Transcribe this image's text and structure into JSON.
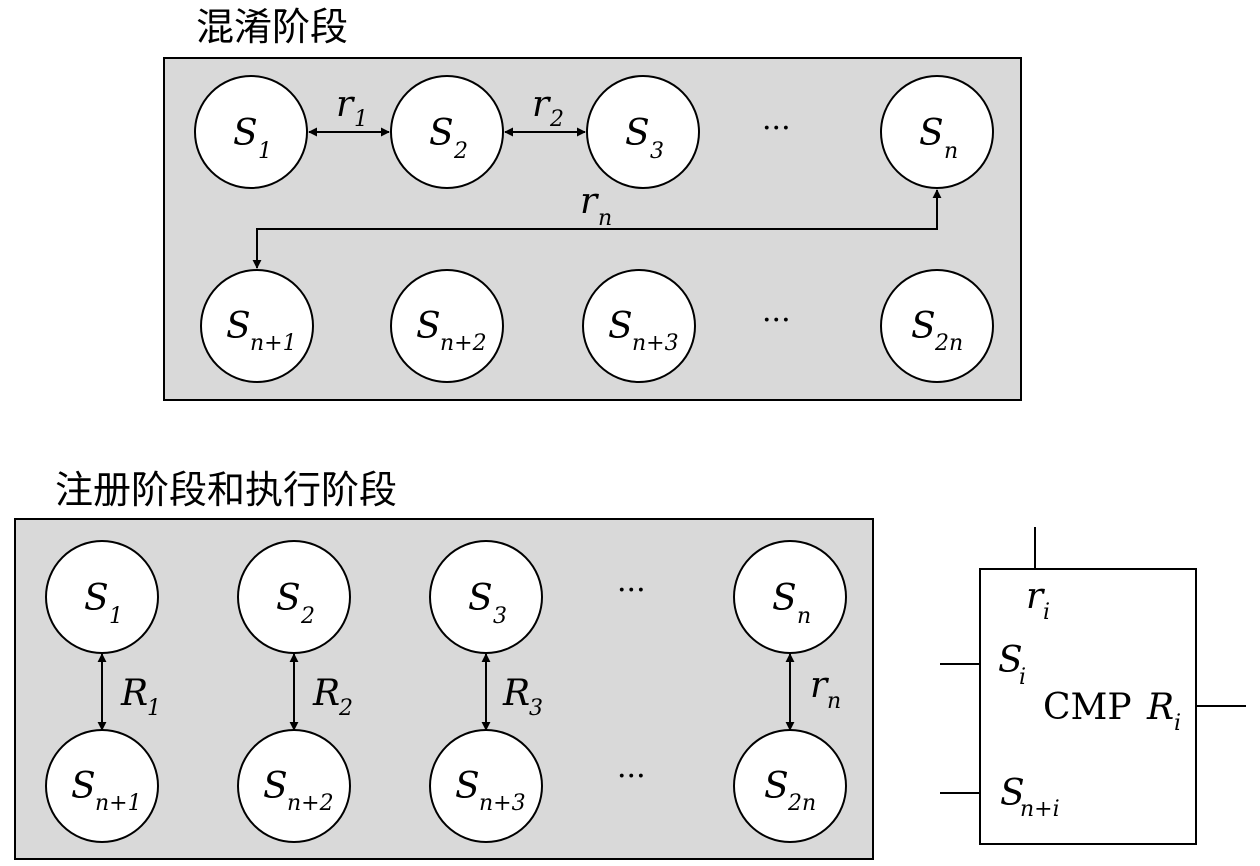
{
  "top_panel": {
    "title": "混淆阶段",
    "row1": [
      {
        "base": "S",
        "sub": "1"
      },
      {
        "base": "S",
        "sub": "2"
      },
      {
        "base": "S",
        "sub": "3"
      },
      {
        "base": "S",
        "sub": "n"
      }
    ],
    "row2": [
      {
        "base": "S",
        "sub": "n+1"
      },
      {
        "base": "S",
        "sub": "n+2"
      },
      {
        "base": "S",
        "sub": "n+3"
      },
      {
        "base": "S",
        "sub": "2n"
      }
    ],
    "ellipsis": "···",
    "edge_labels": [
      {
        "base": "r",
        "sub": "1"
      },
      {
        "base": "r",
        "sub": "2"
      },
      {
        "base": "r",
        "sub": "n"
      }
    ]
  },
  "bottom_panel": {
    "title": "注册阶段和执行阶段",
    "row1": [
      {
        "base": "S",
        "sub": "1"
      },
      {
        "base": "S",
        "sub": "2"
      },
      {
        "base": "S",
        "sub": "3"
      },
      {
        "base": "S",
        "sub": "n"
      }
    ],
    "row2": [
      {
        "base": "S",
        "sub": "n+1"
      },
      {
        "base": "S",
        "sub": "n+2"
      },
      {
        "base": "S",
        "sub": "n+3"
      },
      {
        "base": "S",
        "sub": "2n"
      }
    ],
    "ellipsis": "···",
    "edge_labels": [
      {
        "base": "R",
        "sub": "1"
      },
      {
        "base": "R",
        "sub": "2"
      },
      {
        "base": "R",
        "sub": "3"
      },
      {
        "base": "r",
        "sub": "n"
      }
    ]
  },
  "cmp_block": {
    "name": "CMP",
    "input_top": {
      "base": "r",
      "sub": "i"
    },
    "input_a": {
      "base": "S",
      "sub": "i"
    },
    "input_b": {
      "base": "S",
      "sub": "n+i"
    },
    "output": {
      "base": "R",
      "sub": "i"
    }
  }
}
